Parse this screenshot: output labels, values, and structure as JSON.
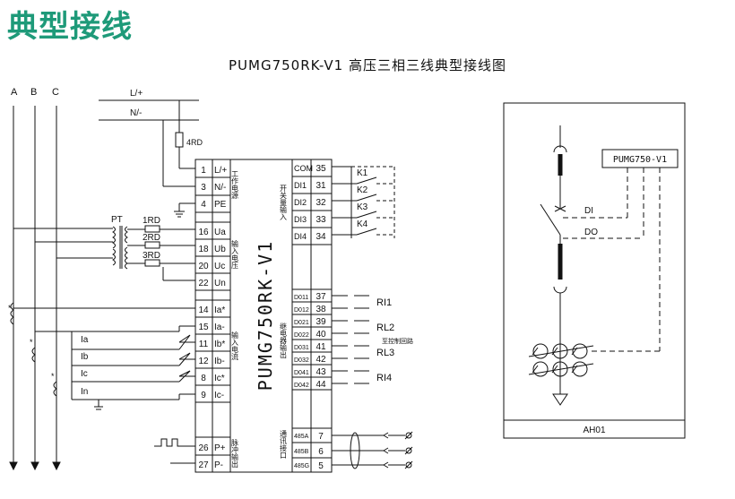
{
  "header": {
    "title": "典型接线"
  },
  "diagram": {
    "title": "PUMG750RK-V1 高压三相三线典型接线图",
    "phases": [
      "A",
      "B",
      "C"
    ],
    "supply": {
      "l_label": "L/+",
      "n_label": "N/-",
      "fuse_label": "4RD"
    },
    "device_model": "PUMG750RK-V1",
    "pt_label": "PT",
    "voltage_fuses": [
      "1RD",
      "2RD",
      "3RD"
    ],
    "ct_labels": [
      "Ia",
      "Ib",
      "Ic",
      "In"
    ],
    "left_terminals": [
      {
        "num": "1",
        "label": "L/+"
      },
      {
        "num": "3",
        "label": "N/-"
      },
      {
        "num": "4",
        "label": "PE"
      },
      {
        "num": "16",
        "label": "Ua"
      },
      {
        "num": "18",
        "label": "Ub"
      },
      {
        "num": "20",
        "label": "Uc"
      },
      {
        "num": "22",
        "label": "Un"
      },
      {
        "num": "14",
        "label": "Ia*"
      },
      {
        "num": "15",
        "label": "Ia-"
      },
      {
        "num": "11",
        "label": "Ib*"
      },
      {
        "num": "12",
        "label": "Ib-"
      },
      {
        "num": "8",
        "label": "Ic*"
      },
      {
        "num": "9",
        "label": "Ic-"
      },
      {
        "num": "26",
        "label": "P+"
      },
      {
        "num": "27",
        "label": "P-"
      }
    ],
    "left_groups": {
      "power": "工作电源",
      "voltage_input": "输入电压",
      "current_input": "输入电流",
      "pulse_output": "脉冲输出"
    },
    "right_terminals": [
      {
        "label": "COM",
        "num": "35"
      },
      {
        "label": "DI1",
        "num": "31"
      },
      {
        "label": "DI2",
        "num": "32"
      },
      {
        "label": "DI3",
        "num": "33"
      },
      {
        "label": "DI4",
        "num": "34"
      },
      {
        "label": "D011",
        "num": "37"
      },
      {
        "label": "D012",
        "num": "38"
      },
      {
        "label": "D021",
        "num": "39"
      },
      {
        "label": "D022",
        "num": "40"
      },
      {
        "label": "D031",
        "num": "41"
      },
      {
        "label": "D032",
        "num": "42"
      },
      {
        "label": "D041",
        "num": "43"
      },
      {
        "label": "D042",
        "num": "44"
      },
      {
        "label": "485A",
        "num": "7"
      },
      {
        "label": "485B",
        "num": "6"
      },
      {
        "label": "485G",
        "num": "5"
      }
    ],
    "right_groups": {
      "switch_input": "开关量输入",
      "relay_output": "继电器输出",
      "comm_port": "通讯接口"
    },
    "di_contacts": [
      "K1",
      "K2",
      "K3",
      "K4"
    ],
    "relays": [
      "RI1",
      "RL2",
      "RL3",
      "RI4"
    ],
    "relay_note": "至控制回路"
  },
  "cabinet": {
    "device_label": "PUMG750-V1",
    "di_label": "DI",
    "do_label": "DO",
    "cabinet_name": "AH01"
  }
}
